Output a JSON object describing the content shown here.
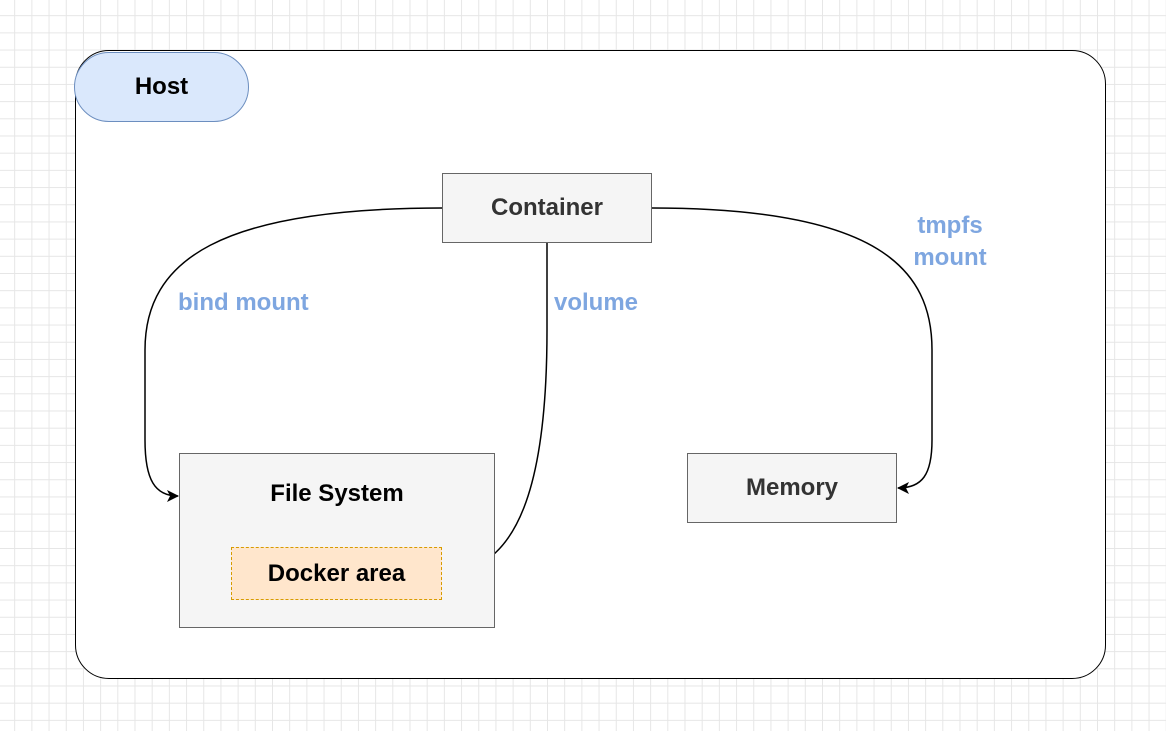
{
  "host": {
    "label": "Host"
  },
  "nodes": {
    "container": "Container",
    "file_system": "File System",
    "docker_area": "Docker area",
    "memory": "Memory"
  },
  "edges": {
    "bind_mount": "bind mount",
    "volume": "volume",
    "tmpfs_line1": "tmpfs",
    "tmpfs_line2": "mount"
  },
  "colors": {
    "host_fill": "#dae8fc",
    "host_stroke": "#6c8ebf",
    "node_fill": "#f5f5f5",
    "node_stroke": "#666666",
    "docker_fill": "#ffe6cc",
    "docker_stroke": "#d79b00",
    "edge_label": "#7ea6e0"
  }
}
